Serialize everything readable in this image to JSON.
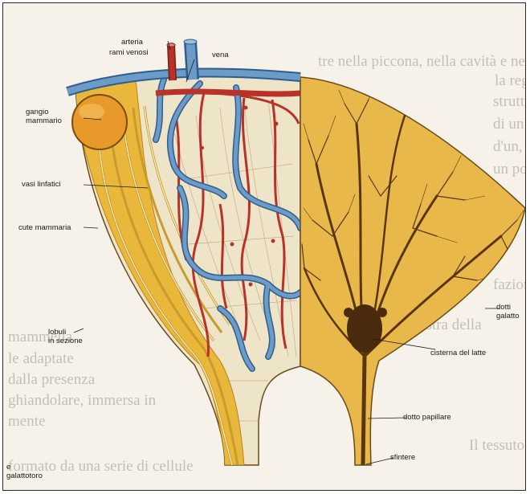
{
  "labels": {
    "arteria": "arteria",
    "rami_venosi": "rami venosi",
    "vena": "vena",
    "gangio_mammario": "gangio\nmammario",
    "vasi_linfatici": "vasi linfatici",
    "cute_mammaria": "cute mammaria",
    "lobuli_in_sezione": "lobuli\nin sezione",
    "dotti_galatto": "dotti\ngalatto",
    "cisterna_del_latte": "cisterna del latte",
    "dotto_papillare": "dotto papillare",
    "sfintere": "sfintere",
    "galattotoro": "e\ngalattotoro"
  },
  "background_text": [
    "tre nella piccona, nella cavità e nello scroto",
    "la regione inguinale",
    "strutture lunghe",
    "di un ritero",
    "d'un, con",
    "un poco",
    "fazione",
    "sin dalla destra della",
    "mammella",
    "le adaptate",
    "dalla presenza",
    "ghiandolare, immersa in",
    "mente",
    "Il tessuto ghiandolare è costituito",
    "formato da una serie di cellule"
  ],
  "colors": {
    "skin": "#e9b83a",
    "skin_dark": "#b9831e",
    "vein": "#6d9bc8",
    "vein_dark": "#2f5e8e",
    "artery": "#b8322a",
    "tissue": "#eee4c8",
    "gland": "#e8b94a",
    "duct": "#5a3510",
    "node": "#e79a2a"
  }
}
